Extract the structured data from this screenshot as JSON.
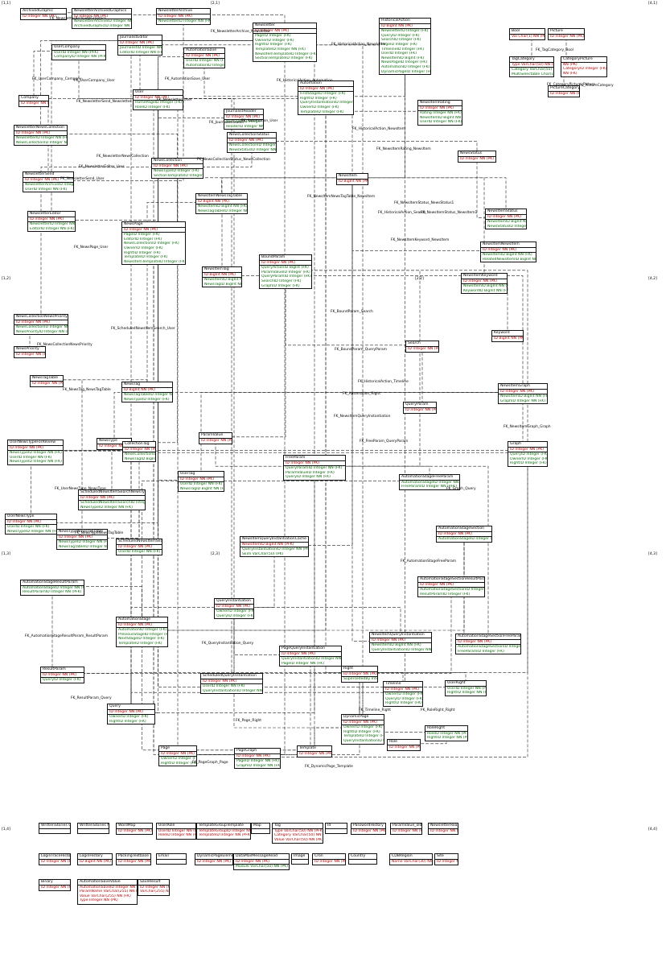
{
  "page_markers": [
    "[1,1]",
    "[2,1]",
    "[4,1]",
    "[1,2]",
    "[2,2]",
    "[4,2]",
    "[1,3]",
    "[2,3]",
    "[4,3]",
    "[1,4]",
    "[4,4]"
  ],
  "tables": [
    {
      "name": "ArchivedGraphic",
      "pk": [
        "ID Integer NN (PK)"
      ],
      "cols": []
    },
    {
      "name": "NewsletterArchivedGraphics",
      "pk": [
        "ID Integer NN (PK)"
      ],
      "cols": [
        "NewsletterArchiveID Integer NN (FK)",
        "ArchivedGraphicID Integer NN (FK)"
      ]
    },
    {
      "name": "NewsletterArchive",
      "pk": [
        "ID Integer NN (PK)"
      ],
      "cols": [
        "NewsletterID Integer NN (FK)"
      ]
    },
    {
      "name": "Newsletter",
      "pk": [
        "ID Integer NN (PK)"
      ],
      "cols": [
        "PageID Integer (FK)",
        "OwnerID Integer (FK)",
        "RightID Integer (FK)",
        "TemplateID Integer NN (FK)",
        "NewsItemTemplateID Integer (FK)",
        "SectionTemplateID Integer (FK)"
      ]
    },
    {
      "name": "HistoricalAction",
      "pk": [
        "ID BigInt NN (PK)"
      ],
      "cols": [
        "NewsletterID Integer (FK)",
        "QueryID Integer (FK)",
        "SearchID Integer (FK)",
        "PageID Integer (FK)",
        "TimelineID Integer (FK)",
        "UserID Integer (FK)",
        "NewsItemID BigInt (FK)",
        "NewsPageID Integer (FK)",
        "AutomationID Integer (FK)",
        "DynamicPageID Integer (FK)"
      ]
    },
    {
      "name": "Bool",
      "pk": [
        "Val Char(1) NN (PK)"
      ],
      "cols": []
    },
    {
      "name": "Picture",
      "pk": [
        "ID Integer NN (PK)"
      ],
      "cols": []
    },
    {
      "name": "TagCategory",
      "pk": [
        "Type VarChar(50) NN (PK)"
      ],
      "cols": [
        "Category VarChar(50) NN (PK)",
        "MultiSelectable Char(1) (FK)"
      ]
    },
    {
      "name": "CategoryPicture",
      "pk": [
        "NN (PK)",
        "CategoryID Integer (FK)",
        "NN (FK)"
      ],
      "cols": []
    },
    {
      "name": "PictureCategory",
      "pk": [
        "ID Integer NN (PK)"
      ],
      "cols": []
    },
    {
      "name": "UserCompany",
      "pk": [],
      "cols": [
        "UserID Integer NN (PFK)",
        "CompanyID Integer NN (PFK)"
      ]
    },
    {
      "name": "JournalistEditor",
      "pk": [
        "ID Integer NN (PK)"
      ],
      "cols": [
        "JournalistID Integer NN (FK)",
        "EditorID Integer NN (FK)"
      ]
    },
    {
      "name": "AutomationSave",
      "pk": [
        "ID Integer NN (PK)"
      ],
      "cols": [
        "UserID Integer NN (FK)",
        "AutomationID Integer (FK)"
      ]
    },
    {
      "name": "Automation",
      "pk": [
        "ID Integer NN (PK)"
      ],
      "cols": [
        "FirstStageID Integer (FK)",
        "RightID Integer (FK)",
        "QueryInstantiationID Integer (FK)",
        "OwnerID Integer (FK)",
        "TemplateID Integer (FK)"
      ]
    },
    {
      "name": "NewsItemRating",
      "pk": [
        "ID Integer NN (PK)"
      ],
      "cols": [
        "Rating Integer NN (FK)",
        "NewsItemID BigInt NN (FK)",
        "UserID Integer NN (FK)"
      ]
    },
    {
      "name": "User",
      "pk": [
        "ID Integer NN (PK)"
      ],
      "cols": [
        "HomePageID Integer (FK)",
        "RoleID Integer (FK)"
      ]
    },
    {
      "name": "JournalistReader",
      "pk": [
        "ID Integer NN (PK)"
      ],
      "cols": [
        "JournalistID Integer NN (FK)",
        "ReaderID Integer NN (FK)"
      ]
    },
    {
      "name": "Company",
      "pk": [
        "ID Integer NN (PK)"
      ],
      "cols": []
    },
    {
      "name": "NewsletterNewsCollection",
      "pk": [
        "ID Integer NN (PK)"
      ],
      "cols": [
        "NewsletterID Integer NN (FK)",
        "NewsCollectionID Integer NN (FK)"
      ]
    },
    {
      "name": "NewsCollectionStatus",
      "pk": [
        "ID Integer NN (PK)"
      ],
      "cols": [
        "NewsCollectionID Integer NN (FK)",
        "NewsStatusID Integer NN (FK)"
      ]
    },
    {
      "name": "NewsStatus",
      "pk": [
        "ID Integer NN (PK)"
      ],
      "cols": []
    },
    {
      "name": "NewsCollection",
      "pk": [
        "ID Integer NN (PK)"
      ],
      "cols": [
        "NewsTypeID Integer (FK)",
        "SectionTemplateID Integer (FK)"
      ]
    },
    {
      "name": "NewsletterSend",
      "pk": [
        "ID Integer NN (PK)"
      ],
      "cols": [
        "NewsletterArchiveID Integer NN (FK)",
        "UserID Integer NN (FK)"
      ]
    },
    {
      "name": "NewsItem",
      "pk": [
        "ID BigInt NN (PK)"
      ],
      "cols": []
    },
    {
      "name": "NewsItemNewsTagTable",
      "pk": [
        "ID BigInt NN (PK)"
      ],
      "cols": [
        "NewsItemID BigInt NN (FK)",
        "NewsTagTableID Integer NN (FK)"
      ]
    },
    {
      "name": "NewsItemStatus",
      "pk": [
        "ID Integer NN (PK)"
      ],
      "cols": [
        "NewsItemID BigInt NN (FK)",
        "NewsStatusID Integer NN (FK)"
      ]
    },
    {
      "name": "NewsletterEditor",
      "pk": [
        "ID Integer NN (PK)"
      ],
      "cols": [
        "NewsletterID Integer NN (FK)",
        "EditorID Integer NN (FK)"
      ]
    },
    {
      "name": "NewsPage",
      "pk": [
        "ID Integer NN (PK)"
      ],
      "cols": [
        "PageID Integer (FK)",
        "EditorID Integer (FK)",
        "NewsCollectionID Integer (FK)",
        "OwnerID Integer (FK)",
        "RightID Integer (FK)",
        "TemplateID Integer (FK)",
        "NewsItemTemplateID Integer (FK)"
      ]
    },
    {
      "name": "NewsItemNewsItem",
      "pk": [
        "ID Integer NN (PK)"
      ],
      "cols": [
        "NewsItemID BigInt NN (FK)",
        "RelatedNewsItemID BigInt NN (FK)"
      ]
    },
    {
      "name": "BoundParam",
      "pk": [
        "ID Integer NN (PK)"
      ],
      "cols": [
        "QueryActionID BigInt (FK)",
        "ParamValueID Integer (FK)",
        "QueryParamID Integer (FK)",
        "SearchID Integer (FK)",
        "GraphID Integer (FK)"
      ]
    },
    {
      "name": "NewsItemTag",
      "pk": [
        "ID BigInt NN (PK)"
      ],
      "cols": [
        "NewsItemID BigInt NN (FK)",
        "NewsTagID BigInt NN (FK)"
      ]
    },
    {
      "name": "NewsItemKeyword",
      "pk": [
        "ID Integer NN (PK)"
      ],
      "cols": [
        "NewsItemID BigInt NN (FK)",
        "KeywordID BigInt NN (FK)"
      ]
    },
    {
      "name": "NewsCollectionNewsPriority",
      "pk": [
        "ID Integer NN (PK)"
      ],
      "cols": [
        "NewsCollectionID Integer NN (FK)",
        "NewsPriorityID Integer NN (FK)"
      ]
    },
    {
      "name": "Keyword",
      "pk": [
        "ID BigInt NN (PK)"
      ],
      "cols": []
    },
    {
      "name": "NewsPriority",
      "pk": [
        "ID Integer NN (PK)"
      ],
      "cols": []
    },
    {
      "name": "Search",
      "pk": [
        "ID Integer NN (PK)"
      ],
      "cols": []
    },
    {
      "name": "NewsTagTable",
      "pk": [
        "ID Integer NN (PK)"
      ],
      "cols": []
    },
    {
      "name": "NewsTag",
      "pk": [
        "ID BigInt NN (PK)"
      ],
      "cols": [
        "NewsTagTableID Integer NN (FK)",
        "NewsTypeID Integer (FK)"
      ]
    },
    {
      "name": "NewsItemGraph",
      "pk": [
        "ID Integer NN (PK)"
      ],
      "cols": [
        "NewsItemID BigInt NN (FK)",
        "GraphID Integer NN (FK)"
      ]
    },
    {
      "name": "QueryParam",
      "pk": [
        "ID Integer NN (PK)"
      ],
      "cols": []
    },
    {
      "name": "ParamValue",
      "pk": [
        "ID Integer NN (PK)"
      ],
      "cols": []
    },
    {
      "name": "UserNewsTypeForReview",
      "pk": [
        "ID Integer NN (PK)"
      ],
      "cols": [
        "NewsTypeID Integer NN (FK)",
        "UserID Integer NN (FK)",
        "NewsTypeID Integer NN (FK)"
      ]
    },
    {
      "name": "NewsType",
      "pk": [
        "ID Integer NN (PK)"
      ],
      "cols": []
    },
    {
      "name": "CollectionTag",
      "pk": [
        "ID Integer NN (PK)"
      ],
      "cols": [
        "NewsCollectionID Integer NN (FK)",
        "NewsTagID BigInt NN (FK)"
      ]
    },
    {
      "name": "Graph",
      "pk": [
        "ID Integer NN (PK)"
      ],
      "cols": [
        "QueryID Integer (FK)",
        "OwnerID Integer (FK)",
        "RightID Integer (FK)"
      ]
    },
    {
      "name": "FreeParam",
      "pk": [
        "ID Integer NN (PK)"
      ],
      "cols": [
        "QueryParamID Integer NN (FK)",
        "ParamValueID Integer (FK)",
        "QueryID Integer NN (FK)"
      ]
    },
    {
      "name": "UserTag",
      "pk": [
        "ID Integer NN (PK)"
      ],
      "cols": [
        "UserID Integer NN (FK)",
        "NewsTagID BigInt NN (FK)"
      ]
    },
    {
      "name": "ScheduledNewsItemSearchNewsType",
      "pk": [
        "ID Integer NN (PK)"
      ],
      "cols": [
        "ScheduledNewsItemSearchID Integer NN (FK)",
        "NewsTypeID Integer NN (FK)"
      ]
    },
    {
      "name": "AutomationStageFreeParam",
      "pk": [],
      "cols": [
        "AutomationStageID Integer NN (PFK)",
        "FreeParamID Integer NN (PFK)"
      ]
    },
    {
      "name": "UserNewsType",
      "pk": [
        "ID Integer NN (PK)"
      ],
      "cols": [
        "UserID Integer NN (FK)",
        "NewsTypeID Integer NN (FK)"
      ]
    },
    {
      "name": "NewsTypeNewsTagTable",
      "pk": [
        "ID Integer NN (PK)"
      ],
      "cols": [
        "NewsTypeID Integer NN (FK)",
        "NewsTagTableID Integer NN (FK)"
      ]
    },
    {
      "name": "ScheduledNewsItemSearch",
      "pk": [
        "ID Integer NN (PK)"
      ],
      "cols": [
        "UserID Integer NN (FK)"
      ]
    },
    {
      "name": "AutomationStageSection",
      "pk": [
        "ID Integer NN (PK)"
      ],
      "cols": [
        "AutomationStageID Integer (FK)"
      ]
    },
    {
      "name": "NewsItemQueryInstantiationCache",
      "pk": [
        "NewsItemID BigInt NN (PFK)"
      ],
      "cols": [
        "QueryInstantiationID Integer NN (PFK)",
        "Skim VarChar(50) (PK)"
      ]
    },
    {
      "name": "AutomationStageResultParam",
      "pk": [],
      "cols": [
        "AutomationStageID Integer NN (PFK)",
        "ResultParamID Integer NN (PFK)"
      ]
    },
    {
      "name": "AutomationStageSectionResultParam",
      "pk": [
        "ID Integer NN (PK)"
      ],
      "cols": [
        "AutomationStageSectionID Integer (FK)",
        "ResultParamID Integer (FK)"
      ]
    },
    {
      "name": "QueryInstantiation",
      "pk": [
        "ID Integer NN (PK)"
      ],
      "cols": [
        "OwnerID Integer (FK)",
        "QueryID Integer (FK)"
      ]
    },
    {
      "name": "AutomationStage",
      "pk": [
        "ID Integer NN (PK)"
      ],
      "cols": [
        "AutomationID Integer (FK)",
        "PreviousStageID Integer (FK)",
        "NextStageID Integer (FK)",
        "TemplateID Integer (FK)"
      ]
    },
    {
      "name": "NewsItemQueryInstantiation",
      "pk": [
        "ID Integer NN (PK)"
      ],
      "cols": [
        "NewsItemID BigInt NN (FK)",
        "QueryInstantiationID Integer NN (FK)"
      ]
    },
    {
      "name": "AutomationStageSectionFreeParam",
      "pk": [
        "ID Integer NN (PK)"
      ],
      "cols": [
        "AutomationStageSectionID Integer (FK)",
        "FreeParamID Integer (FK)"
      ]
    },
    {
      "name": "PageQueryInstantiation",
      "pk": [
        "ID Integer NN (PK)"
      ],
      "cols": [
        "QueryInstantiationID Integer NN (FK)",
        "PageID Integer NN (FK)"
      ]
    },
    {
      "name": "ResultParam",
      "pk": [
        "ID Integer NN (PK)"
      ],
      "cols": [
        "QueryID Integer (FK)"
      ]
    },
    {
      "name": "ScheduledQueryInstantiation",
      "pk": [
        "ID Integer NN (PK)"
      ],
      "cols": [
        "UserID Integer NN (FK)",
        "QueryInstantiationID Integer NN (FK)"
      ]
    },
    {
      "name": "Right",
      "pk": [
        "ID Integer NN (PK)"
      ],
      "cols": [
        "SupersededBy Integer (FK)"
      ]
    },
    {
      "name": "UserRight",
      "pk": [],
      "cols": [
        "UserID Integer NN (PFK)",
        "RightID Integer NN (PFK)"
      ]
    },
    {
      "name": "Timeline",
      "pk": [
        "ID Integer NN (PK)"
      ],
      "cols": [
        "OwnerID Integer (FK)",
        "QueryID Integer (FK)",
        "RightID Integer (FK)"
      ]
    },
    {
      "name": "Query",
      "pk": [
        "ID Integer NN (PK)"
      ],
      "cols": [
        "OwnerID Integer (FK)",
        "RightID Integer (FK)"
      ]
    },
    {
      "name": "DynamicPage",
      "pk": [
        "ID Integer NN (PK)"
      ],
      "cols": [
        "OwnerID Integer (FK)",
        "RightID Integer (FK)",
        "TemplateID Integer (FK)",
        "QueryInstantiationID Integer (FK)"
      ]
    },
    {
      "name": "RoleRight",
      "pk": [],
      "cols": [
        "RoleID Integer NN (PFK)",
        "RightID Integer NN (PFK)"
      ]
    },
    {
      "name": "Role",
      "pk": [
        "ID Integer NN (PK)"
      ],
      "cols": []
    },
    {
      "name": "Page",
      "pk": [
        "ID Integer NN (PK)"
      ],
      "cols": [
        "OwnerID Integer (FK)",
        "RightID Integer (FK)"
      ]
    },
    {
      "name": "PageGraph",
      "pk": [
        "ID Integer NN (PK)"
      ],
      "cols": [
        "PageID Integer NN (FK)",
        "GraphID Integer NN (FK)"
      ]
    },
    {
      "name": "Template",
      "pk": [
        "ID Integer NN (PK)"
      ],
      "cols": []
    },
    {
      "name": "WrittenStories Old",
      "pk": [],
      "cols": []
    },
    {
      "name": "WrittenStories New",
      "pk": [],
      "cols": []
    },
    {
      "name": "WordMap",
      "pk": [
        "ID Integer NN (PK)"
      ],
      "cols": []
    },
    {
      "name": "UserRole",
      "pk": [
        "UserID Integer NN (PFK)",
        "RoleID Integer NN (PFK)"
      ],
      "cols": []
    },
    {
      "name": "TemplateGroupTemplate",
      "pk": [
        "TemplateGroupID Integer NN (PFK)",
        "TemplateID Integer NN (PFK)"
      ],
      "cols": []
    },
    {
      "name": "Map",
      "pk": [],
      "cols": []
    },
    {
      "name": "Tag",
      "pk": [
        "Type VarChar(50) NN (PFK)",
        "Category VarChar(50) NN (PFK)",
        "Value VarChar(50) NN (PK)"
      ],
      "cols": []
    },
    {
      "name": "Id",
      "pk": [],
      "cols": []
    },
    {
      "name": "PasswordHistory",
      "pk": [
        "ID Integer NN (PK)"
      ],
      "cols": []
    },
    {
      "name": "ParamValue_old",
      "pk": [
        "ID Integer NN (PK)"
      ],
      "cols": []
    },
    {
      "name": "NewsletterRead",
      "pk": [
        "ID Integer NN (PK)"
      ],
      "cols": []
    },
    {
      "name": "LoginTraceHistory",
      "pk": [
        "ID Integer NN (PK)"
      ],
      "cols": []
    },
    {
      "name": "LoginHistory",
      "pk": [
        "ID BigInt NN (PK)"
      ],
      "cols": []
    },
    {
      "name": "PackingTextbase",
      "pk": [
        "ID Integer NN (PK)"
      ],
      "cols": []
    },
    {
      "name": "Email",
      "pk": [],
      "cols": []
    },
    {
      "name": "DynamicPageElement",
      "pk": [
        "ID Integer NN (PK)"
      ],
      "cols": []
    },
    {
      "name": "DataMailMessageRead",
      "pk": [
        "ID Integer NN (PK)"
      ],
      "cols": [
        "Module VarChar(50) NN (PK)"
      ]
    },
    {
      "name": "Image",
      "pk": [],
      "cols": []
    },
    {
      "name": "Cron",
      "pk": [
        "ID Integer NN (PK)"
      ],
      "cols": []
    },
    {
      "name": "Country",
      "pk": [],
      "cols": []
    },
    {
      "name": "CDBRegion",
      "pk": [
        "Name VarChar(30) NN (PK)"
      ],
      "cols": []
    },
    {
      "name": "Site",
      "pk": [
        "ID Integer NN (PK)"
      ],
      "cols": []
    },
    {
      "name": "Binary",
      "pk": [
        "ID Integer NN (PK)"
      ],
      "cols": []
    },
    {
      "name": "AutomationSaveValue",
      "pk": [
        "AutomationSaveID Integer NN (PFK)",
        "ParamName VarChar(255) NN (PK)",
        "Value VarChar(255) NN (FK)",
        "Type Integer NN (PK)"
      ],
      "cols": []
    },
    {
      "name": "SaveResult",
      "pk": [
        "ID Integer NN (PK)",
        "VarChar(255) NN (FK)"
      ],
      "cols": []
    }
  ],
  "fk_labels": [
    "FK_NewsletterArchivedGraphics",
    "FK_NewsletterArchive_Newsletter",
    "FK_HistoricalAction_Newsletter",
    "FK_TagCategory_Bool",
    "FK_CategoryPicture_Picture",
    "FK_PictureCategory",
    "FK_UserCompany_Company",
    "FK_UserCompany_User",
    "FK_AutomationSave_User",
    "FK_NewsletterSend_Newsletter",
    "FK_Newsletter_User",
    "FK_HistoricalAction_Automation",
    "FK_Automation_User",
    "FK_JournalistReader",
    "FK_NewsletterNewsCollection",
    "FK_NewsCollectionStatus_NewsCollection",
    "FK_HistoricalAction_NewsItem",
    "FK_NewsItemRating_NewsItem",
    "FK_NewsletterEditor_User",
    "FK_NewsletterSend_User",
    "FK_NewsItemStatus_NewsStatus1",
    "FK_NewsItemNewsTagTable_NewsItem",
    "FK_NewsItemStatus_NewsItem1",
    "FK_HistoricalAction_Search",
    "FK_NewsPage_User",
    "FK_NewsItemKeyword_NewsItem",
    "FK_NewsCollectionNewsPriority",
    "FK_NewsItemGraph_Graph",
    "FK_BoundParam_Search",
    "FK_BoundParam_QueryParam",
    "FK_ScheduledNewsItemSearch_User",
    "FK_NewsTag_NewsTagTable",
    "FK_Automation_Right",
    "FK_HistoricalAction_Timeline",
    "FK_NewsItemQueryInstantiation",
    "FK_FreeParam_QueryParam",
    "FK_UserNewsType_NewsType",
    "FK_NewsTypeNewsTagTable",
    "FK_Graph_Query",
    "FK_AutomationStageFreeParam",
    "FK_AutomationStageResultParam_ResultParam",
    "FK_QueryInstantiation_Query",
    "FK_ResultParam_Query",
    "FK_Page_Right",
    "FK_Timeline_Right",
    "FK_RoleRight_Right",
    "FK_PageGraph_Page",
    "FK_DynamicPage_Template"
  ]
}
